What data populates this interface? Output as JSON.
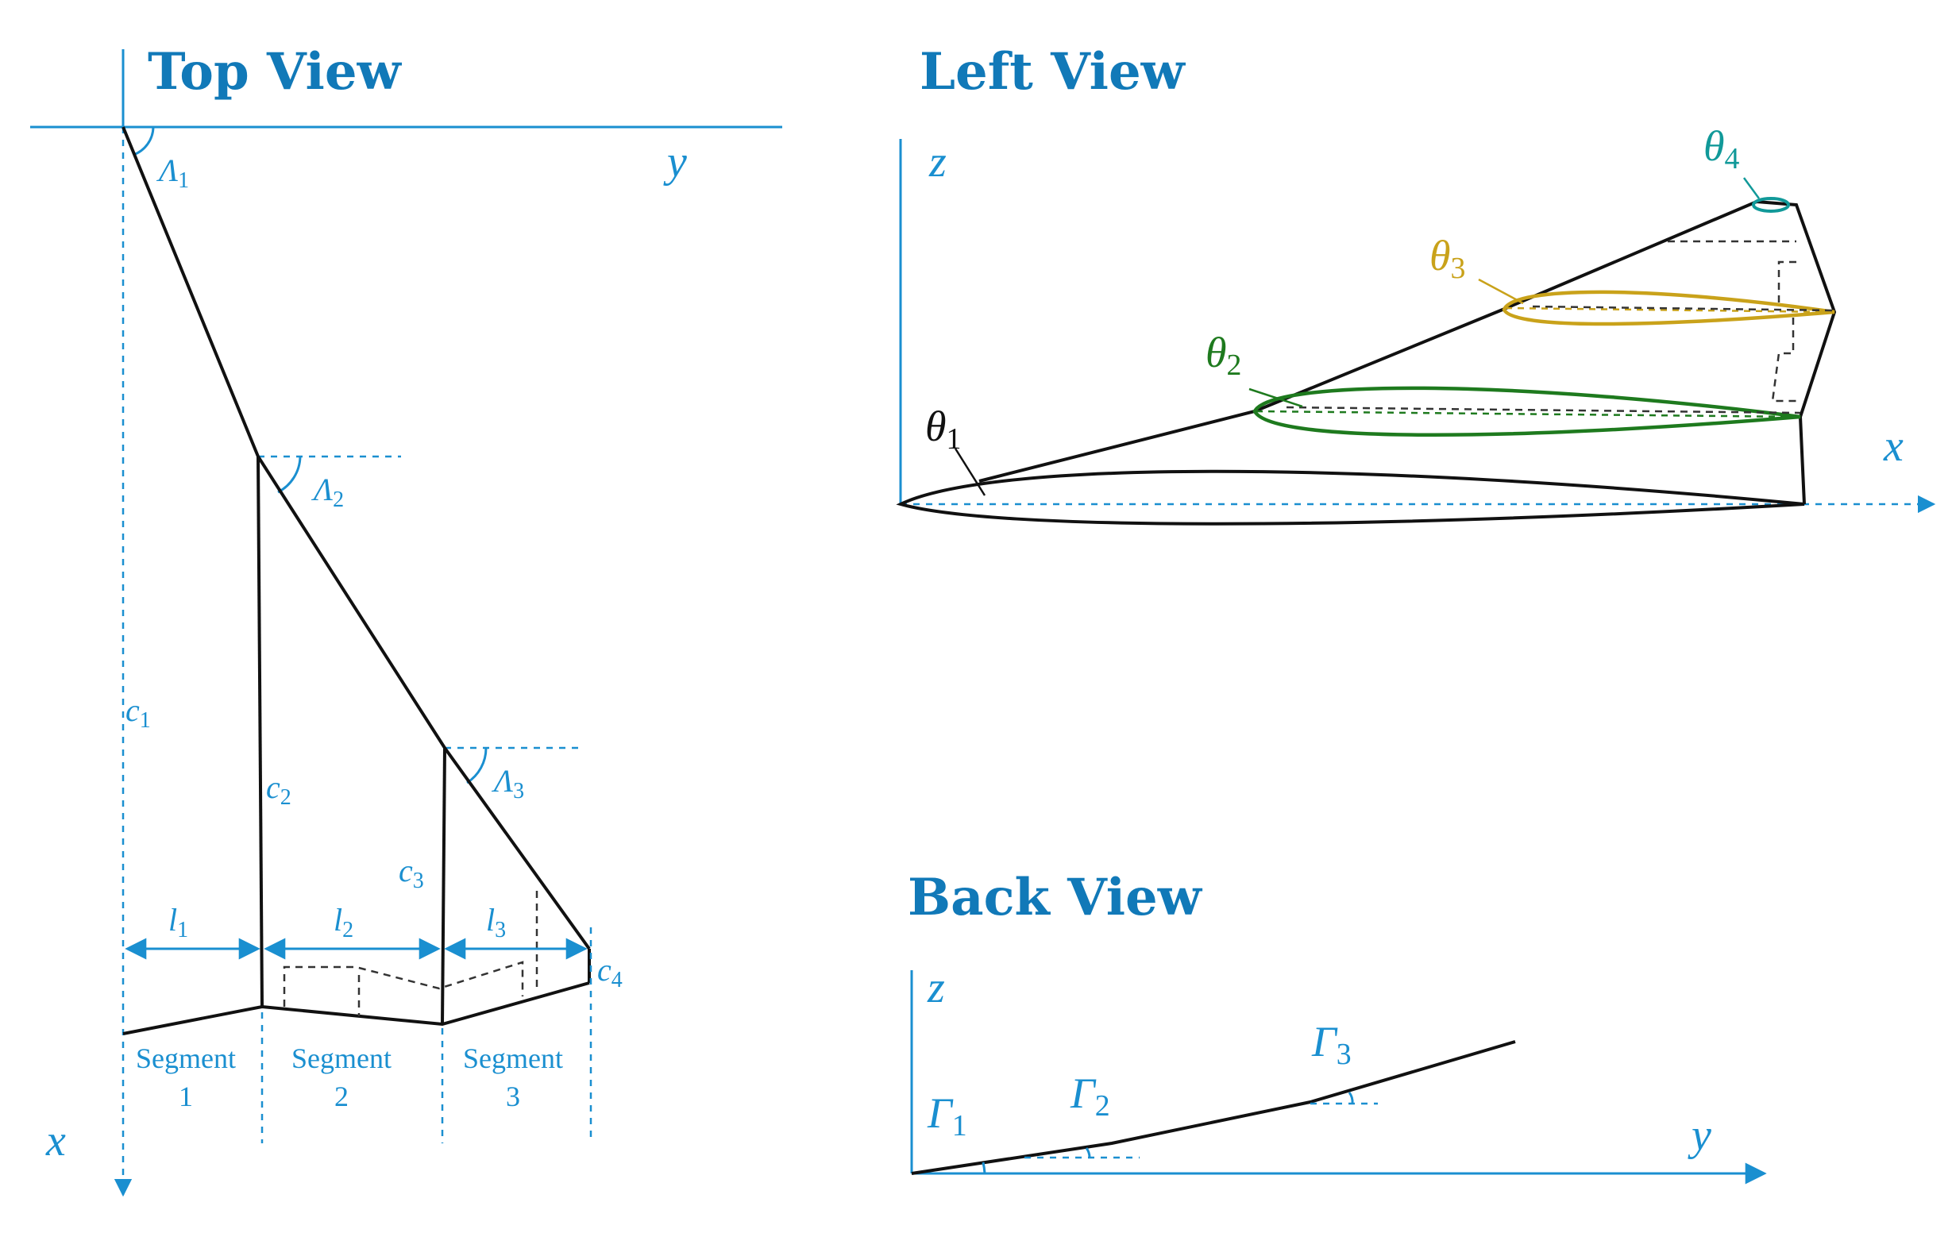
{
  "colors": {
    "axis": "#1a8fd0",
    "heading": "#1179b8",
    "outline": "#111111",
    "theta2": "#1e7a1e",
    "theta3": "#c9a21a",
    "theta4": "#119999"
  },
  "top_view": {
    "title": "Top View",
    "axis_y": "y",
    "axis_x": "x",
    "sweep": [
      {
        "sym": "Λ",
        "sub": "1"
      },
      {
        "sym": "Λ",
        "sub": "2"
      },
      {
        "sym": "Λ",
        "sub": "3"
      }
    ],
    "chords": [
      {
        "sym": "c",
        "sub": "1"
      },
      {
        "sym": "c",
        "sub": "2"
      },
      {
        "sym": "c",
        "sub": "3"
      },
      {
        "sym": "c",
        "sub": "4"
      }
    ],
    "lengths": [
      {
        "sym": "l",
        "sub": "1"
      },
      {
        "sym": "l",
        "sub": "2"
      },
      {
        "sym": "l",
        "sub": "3"
      }
    ],
    "segments": [
      {
        "word": "Segment",
        "num": "1"
      },
      {
        "word": "Segment",
        "num": "2"
      },
      {
        "word": "Segment",
        "num": "3"
      }
    ]
  },
  "left_view": {
    "title": "Left View",
    "axis_z": "z",
    "axis_x": "x",
    "twist": [
      {
        "sym": "θ",
        "sub": "1"
      },
      {
        "sym": "θ",
        "sub": "2"
      },
      {
        "sym": "θ",
        "sub": "3"
      },
      {
        "sym": "θ",
        "sub": "4"
      }
    ]
  },
  "back_view": {
    "title": "Back View",
    "axis_z": "z",
    "axis_y": "y",
    "dihedral": [
      {
        "sym": "Γ",
        "sub": "1"
      },
      {
        "sym": "Γ",
        "sub": "2"
      },
      {
        "sym": "Γ",
        "sub": "3"
      }
    ]
  }
}
